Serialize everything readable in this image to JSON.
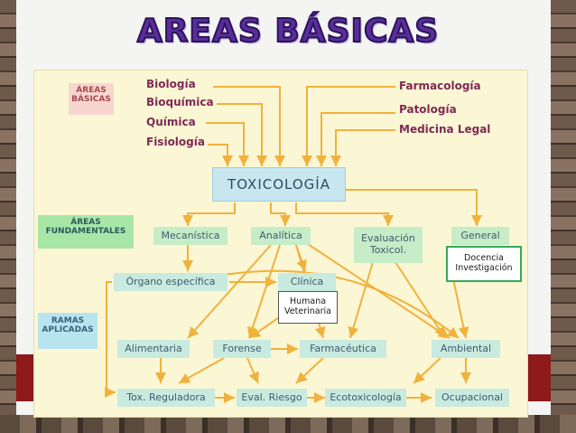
{
  "title": "AREAS BÁSICAS",
  "labels": {
    "areas_basicas": "ÁREAS\nBÁSICAS",
    "areas_fundamentales": "ÁREAS\nFUNDAMENTALES",
    "ramas_aplicadas": "RAMAS\nAPLICADAS"
  },
  "sources_left": [
    "Biología",
    "Bioquímica",
    "Química",
    "Fisiología"
  ],
  "sources_right": [
    "Farmacología",
    "Patología",
    "Medicina Legal"
  ],
  "center": "TOXICOLOGÍA",
  "fundamentales": {
    "mecanistica": "Mecanística",
    "analitica": "Analítica",
    "evaluacion": "Evaluación\nToxicol.",
    "general": "General",
    "general_sub": [
      "Docencia",
      "Investigación"
    ]
  },
  "middle": {
    "organo": "Órgano específica",
    "clinica": "Clínica",
    "clinica_sub": [
      "Humana",
      "Veterinaria"
    ]
  },
  "aplicadas": {
    "alimentaria": "Alimentaria",
    "forense": "Forense",
    "farmaceutica": "Farmacéutica",
    "ambiental": "Ambiental"
  },
  "bottom": {
    "tox_reguladora": "Tox. Reguladora",
    "eval_riesgo": "Eval. Riesgo",
    "ecotoxicologia": "Ecotoxicología",
    "ocupacional": "Ocupacional"
  },
  "colors": {
    "arrow": "#f0b23c",
    "title": "#5a2d9a",
    "source_text": "#7e2a55",
    "node": "#c8eadf"
  }
}
